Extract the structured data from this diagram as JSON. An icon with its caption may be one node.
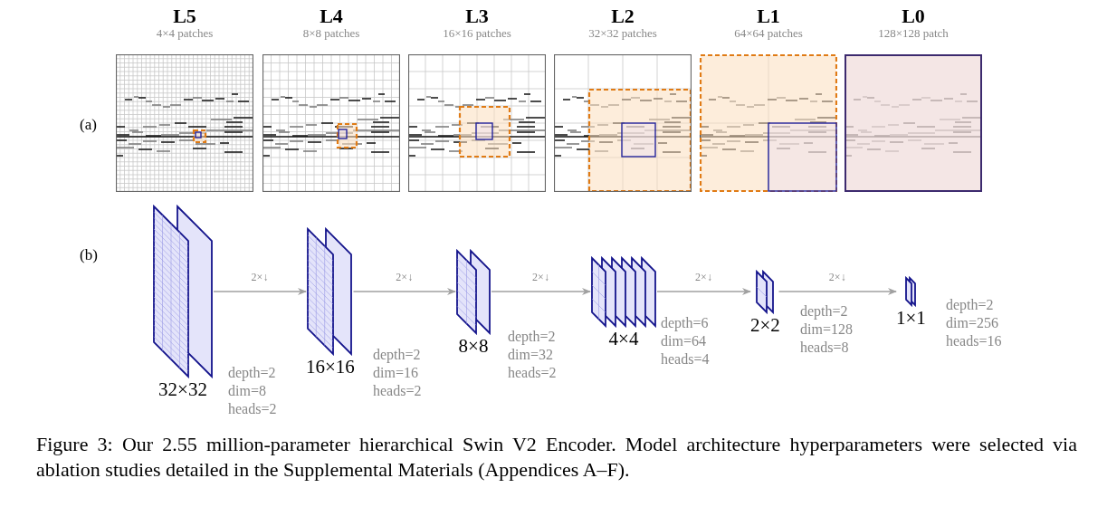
{
  "diagram": {
    "caption": "Figure 3: Our 2.55 million-parameter hierarchical Swin V2 Encoder. Model architecture hyperparameters were selected via ablation studies detailed in the Supplemental Materials (Appendices A–F).",
    "nodes": [
      {
        "text": [
          "L5",
          "4×4 patches"
        ]
      },
      {
        "text": [
          "L4",
          "8×8 patches"
        ]
      },
      {
        "text": [
          "L3",
          "16×16 patches"
        ]
      },
      {
        "text": [
          "L2",
          "32×32 patches"
        ]
      },
      {
        "text": [
          "L1",
          "64×64 patches"
        ]
      },
      {
        "text": [
          "L0",
          "128×128 patch"
        ]
      },
      {
        "text": [
          "32×32"
        ],
        "beside": [
          "depth=2 dim=8 heads=2"
        ]
      },
      {
        "text": [
          "16×16"
        ],
        "beside": [
          "depth=2 dim=16 heads=2"
        ]
      },
      {
        "text": [
          "8×8"
        ],
        "beside": [
          "depth=2 dim=32 heads=2"
        ]
      },
      {
        "text": [
          "4×4"
        ],
        "beside": [
          "depth=6 dim=64 heads=4"
        ]
      },
      {
        "text": [
          "2×2"
        ],
        "beside": [
          "depth=2 dim=128 heads=8"
        ]
      },
      {
        "text": [
          "1×1"
        ],
        "beside": [
          "depth=2 dim=256 heads=16"
        ]
      }
    ],
    "edges": [
      {
        "from": 6,
        "to": 7,
        "arrow": "to",
        "label": "2×↓"
      },
      {
        "from": 7,
        "to": 8,
        "arrow": "to",
        "label": "2×↓"
      },
      {
        "from": 8,
        "to": 9,
        "arrow": "to",
        "label": "2×↓"
      },
      {
        "from": 9,
        "to": 10,
        "arrow": "to",
        "label": "2×↓"
      },
      {
        "from": 10,
        "to": 11,
        "arrow": "to",
        "label": "2×↓"
      }
    ],
    "labels": [
      "(a)",
      "(b)"
    ]
  }
}
